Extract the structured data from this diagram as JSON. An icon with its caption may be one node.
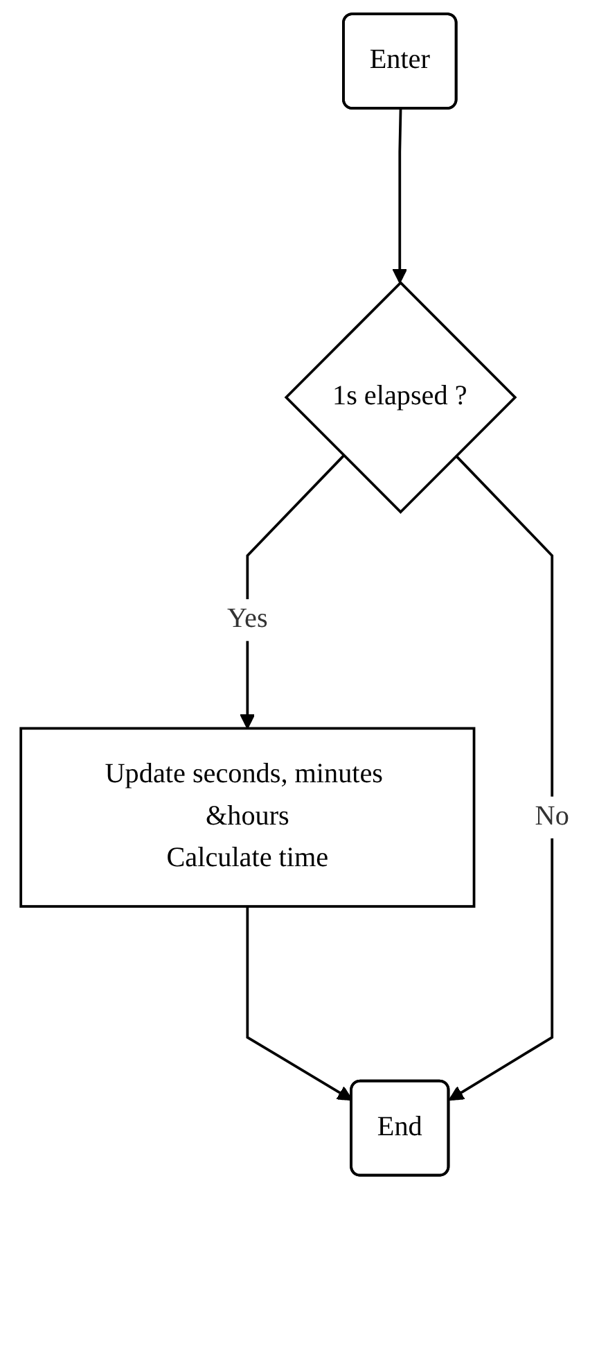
{
  "diagram": {
    "nodes": [
      {
        "text": [
          "Enter"
        ]
      },
      {
        "text": [
          "1s elapsed ?"
        ]
      },
      {
        "text": [
          "Update seconds, minutes &hours",
          "Calculate time"
        ]
      },
      {
        "text": [
          "End"
        ]
      }
    ],
    "edges": [
      {
        "from": 0,
        "to": 1,
        "arrow": "to"
      },
      {
        "from": 1,
        "to": 2,
        "arrow": "to",
        "label": "Yes"
      },
      {
        "from": 2,
        "to": 3,
        "arrow": "to"
      },
      {
        "from": 1,
        "to": 3,
        "arrow": "to",
        "label": "No"
      }
    ]
  }
}
